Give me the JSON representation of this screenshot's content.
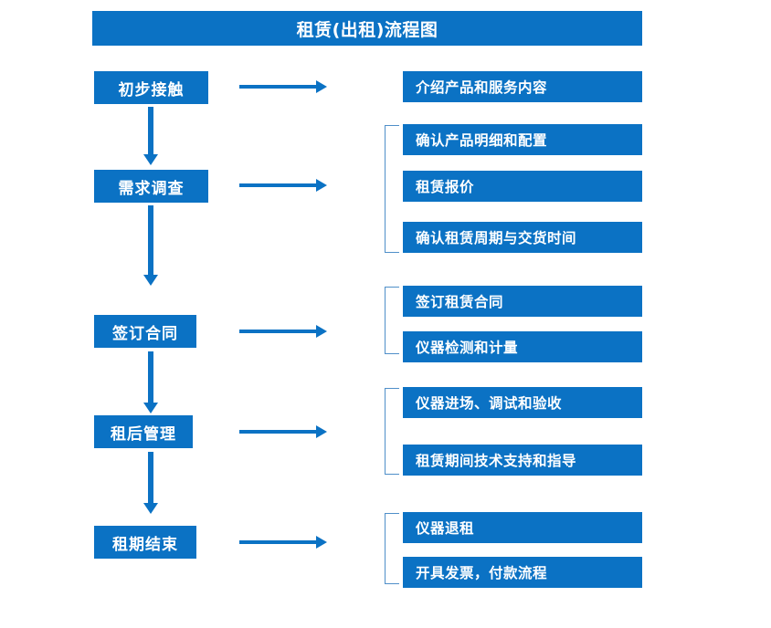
{
  "title": "租赁(出租)流程图",
  "colors": {
    "box_blue": "#0b72c4",
    "arrow_blue": "#0b72c4",
    "bracket_blue": "#4f8fc9",
    "text_white": "#ffffff",
    "background": "#ffffff"
  },
  "diagram": {
    "type": "flowchart",
    "orientation": "vertical-with-side-details",
    "stages": [
      {
        "id": "stage-1",
        "label": "初步接触",
        "details": [
          "介绍产品和服务内容"
        ],
        "grouped": false
      },
      {
        "id": "stage-2",
        "label": "需求调查",
        "details": [
          "确认产品明细和配置",
          "租赁报价",
          "确认租赁周期与交货时间"
        ],
        "grouped": true
      },
      {
        "id": "stage-3",
        "label": "签订合同",
        "details": [
          "签订租赁合同",
          "仪器检测和计量"
        ],
        "grouped": true
      },
      {
        "id": "stage-4",
        "label": "租后管理",
        "details": [
          "仪器进场、调试和验收",
          "租赁期间技术支持和指导"
        ],
        "grouped": true
      },
      {
        "id": "stage-5",
        "label": "租期结束",
        "details": [
          "仪器退租",
          "开具发票，付款流程"
        ],
        "grouped": true
      }
    ],
    "connector_icons": {
      "down": "arrow-down-icon",
      "right": "arrow-right-icon",
      "group": "bracket-icon"
    }
  }
}
